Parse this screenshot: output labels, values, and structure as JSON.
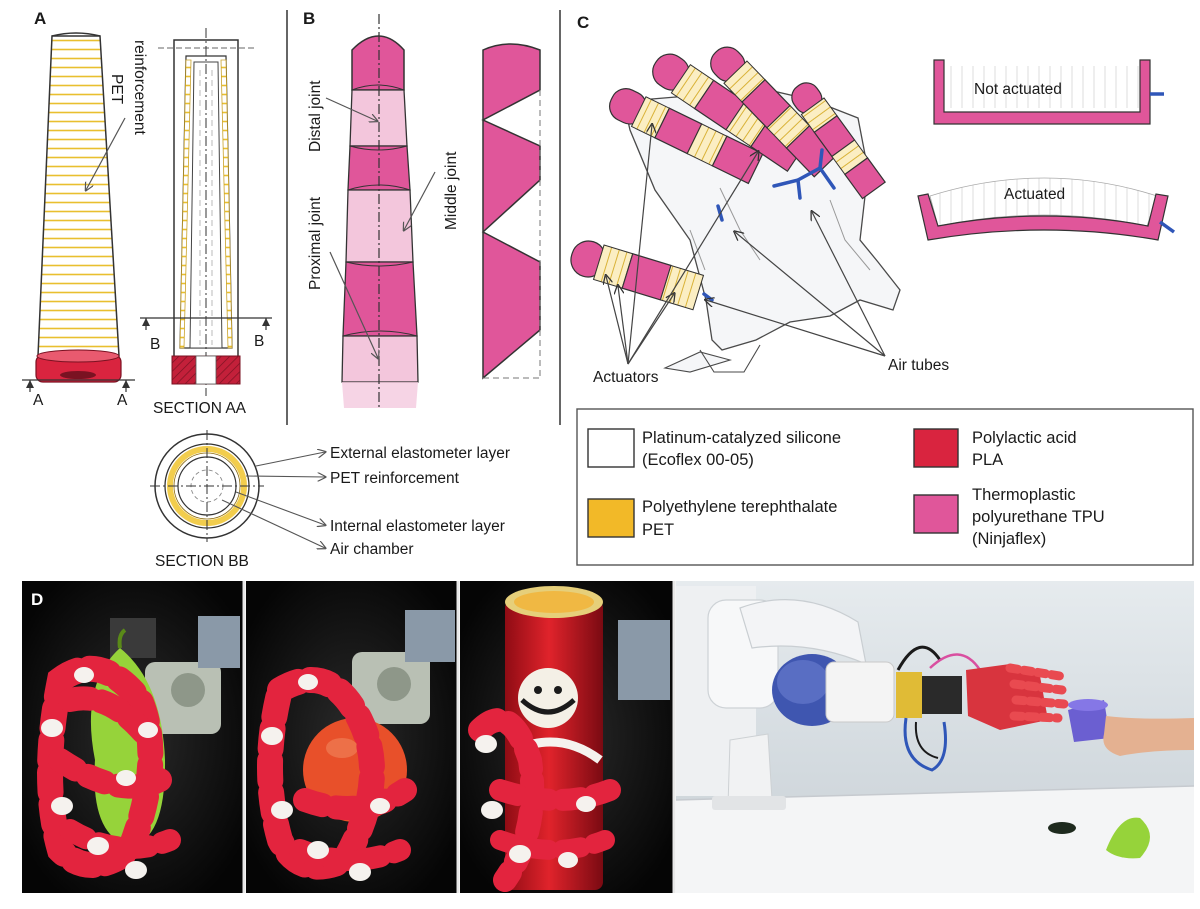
{
  "colors": {
    "tpu_pink": "#e0569a",
    "tpu_light": "#f3c6dc",
    "pla_red": "#d9243f",
    "pet_yellow": "#f2cd4d",
    "pet_fill": "#fbeec3",
    "silicone": "#ffffff",
    "air_tube_blue": "#2f56b8",
    "photo_bg": "#0a0a0a"
  },
  "panel_a": {
    "label": "A",
    "pet_label_1": "PET",
    "pet_label_2": "reinforcement",
    "section_mark_a": "A",
    "section_mark_b": "B",
    "section_title": "SECTION AA"
  },
  "panel_b": {
    "label": "B",
    "distal": "Distal joint",
    "middle": "Middle joint",
    "proximal": "Proximal joint"
  },
  "panel_c": {
    "label": "C",
    "actuators": "Actuators",
    "air_tubes": "Air tubes",
    "not_actuated": "Not actuated",
    "actuated": "Actuated"
  },
  "section_bb": {
    "title": "SECTION BB",
    "external_layer": "External elastometer layer",
    "pet": "PET reinforcement",
    "internal_layer": "Internal elastometer layer",
    "air_chamber": "Air chamber"
  },
  "legend": {
    "silicone_1": "Platinum-catalyzed silicone",
    "silicone_2": "(Ecoflex 00-05)",
    "pla_1": "Polylactic acid",
    "pla_2": "PLA",
    "pet_1": "Polyethylene terephthalate",
    "pet_2": "PET",
    "tpu_1": "Thermoplastic",
    "tpu_2": "polyurethane TPU",
    "tpu_3": "(Ninjaflex)"
  },
  "panel_d": {
    "label": "D"
  }
}
